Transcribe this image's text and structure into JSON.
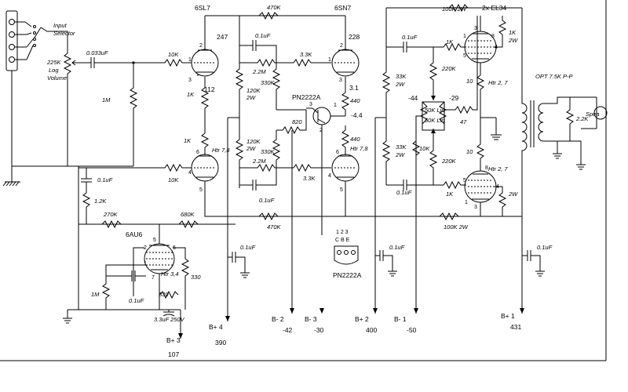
{
  "labels": {
    "input_selector_1": "Input",
    "input_selector_2": "Selector",
    "volume_1": "225K",
    "volume_2": "Log",
    "volume_3": "Volume",
    "c_input": "0.033uF",
    "r_10k_a": "10K",
    "r_1m_a": "1M",
    "tube_6sl7": "6SL7",
    "v_247": "247",
    "r_470k_top": "470K",
    "tube_6sn7": "6SN7",
    "v_228": "228",
    "r_100k_top": "100K 2W",
    "tube_el34": "2x EL34",
    "c_01_a": "0.1uF",
    "r_22m_a": "2.2M",
    "r_33k_a": "3.3K",
    "r_120k_a": "120K",
    "r_120k_a2": "2W",
    "r_330k_a": "330K",
    "v_112": "112",
    "r_1k_a": "1K",
    "transistor": "PN2222A",
    "v_31": "3.1",
    "v_440_a": "440",
    "v_m44": "-4.4",
    "r_820": "820",
    "r_1k_b": "1K",
    "htr_78_a": "Htr 7,8",
    "r_10k_b": "10K",
    "c_01_b": "0.1uF",
    "r_12k": "1.2K",
    "r_120k_b": "120K",
    "r_120k_b2": "2W",
    "r_330k_b": "330K",
    "r_22m_b": "2.2M",
    "r_33k_b": "3.3K",
    "v_440_b": "440",
    "htr_78_b": "Htr 7,8",
    "r_270k": "270K",
    "r_680k": "680K",
    "r_470k_bot": "470K",
    "c_01_c": "0.1uF",
    "r_33k_c": "33K",
    "r_33k_c2": "2W",
    "r_33k_d": "33K",
    "r_33k_d2": "2W",
    "c_01_d": "0.1uF",
    "r_1k_c": "1K",
    "r_1k_d": "1K",
    "r_1k_d2": "2W",
    "r_220k_a": "220K",
    "r_220k_b": "220K",
    "r_10_a": "10",
    "r_10_b": "10",
    "v_m44_b": "-44",
    "v_m29": "-29",
    "pot_50k_a": "50K Lin",
    "pot_50k_b": "50K Lin",
    "r_47": "47",
    "r_10k_c": "10K",
    "htr_27_a": "Htr 2, 7",
    "htr_27_b": "Htr 2, 7",
    "r_1k_e": "1K",
    "r_1k_e2": "2W",
    "r_100k_bot": "100K 2W",
    "opt": "OPT 7.5K P-P",
    "speaker": "Spea",
    "r_22k": "2.2K",
    "tube_6au6": "6AU6",
    "htr_34": "Htr 3,4",
    "r_330_a": "330",
    "r_330_b": "330",
    "r_1m_b": "1M",
    "c_01_e": "0.1uF",
    "c_33uf": "3.3uF 250V",
    "c_01_f": "0.1uF",
    "c_01_g": "0.1uF",
    "c_01_h": "0.1uF",
    "pn_pins": "1 2 3",
    "pn_cbe": "C B E",
    "pn_name": "PN2222A",
    "rail_b4": "B+ 4",
    "rail_b4_v": "390",
    "rail_b3": "B+ 3",
    "rail_b3_v": "107",
    "rail_bm2": "B- 2",
    "rail_bm2_v": "-42",
    "rail_bm3": "B- 3",
    "rail_bm3_v": "-30",
    "rail_b2": "B+ 2",
    "rail_b2_v": "400",
    "rail_bm1": "B- 1",
    "rail_bm1_v": "-50",
    "rail_b1": "B+ 1",
    "rail_b1_v": "431"
  }
}
